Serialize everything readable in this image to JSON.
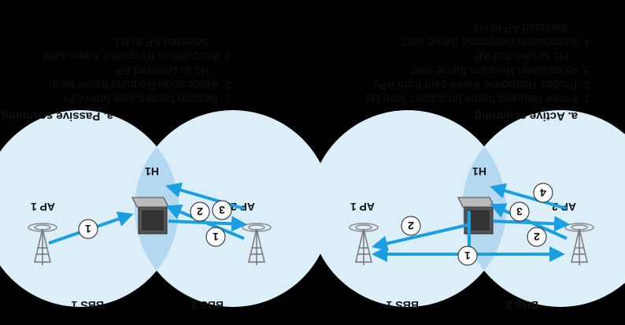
{
  "passive": {
    "heading": "a. Passive scanning",
    "steps": [
      "1.  Beacon frames sent from APs",
      "2.  Association Request frame sent:",
      "H1 to selected AP",
      "3.  Association Response frame sent:",
      "Selected AP to H1"
    ],
    "bss_left": "BBS 1",
    "bss_right": "BBS 2",
    "host": "H1",
    "ap_left": "AP 1",
    "ap_right": "AP 2",
    "badges": [
      "1",
      "2",
      "3",
      "1"
    ]
  },
  "active": {
    "heading": "a. Active scanning",
    "steps": [
      "1.  Probe Request frame broadcast from H1",
      "2.  Probes Response frame sent from APs",
      "3.  Association Request frame sent:",
      "H1 to selected AP",
      "4.  Association Response frame sent:",
      "Selected AP to H1"
    ],
    "bss_left": "BBS 1",
    "bss_right": "BBS 2",
    "host": "H1",
    "ap_left": "AP 1",
    "ap_right": "AP 2",
    "badges": [
      "2",
      "3",
      "4",
      "2",
      "1"
    ]
  },
  "colors": {
    "circle_fill": "#dceef8",
    "overlap_fill": "#b4d8ef",
    "arrow": "#1aa0e0",
    "text": "#111111"
  }
}
